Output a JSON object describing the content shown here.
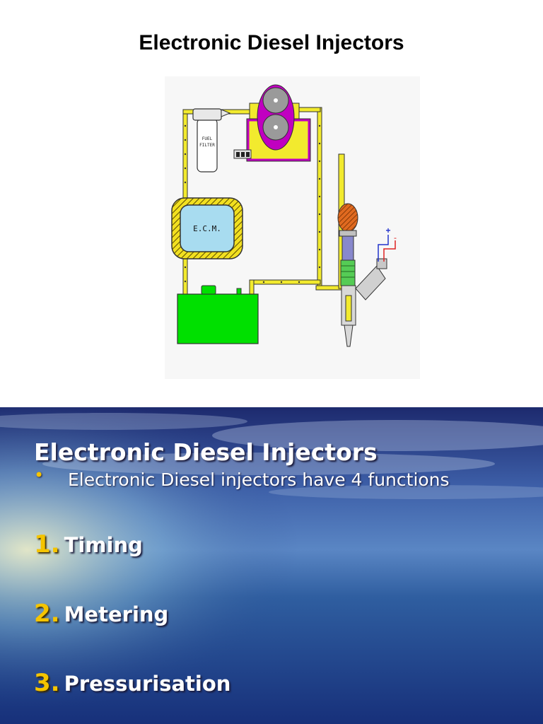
{
  "slide1": {
    "title": "Electronic Diesel Injectors",
    "diagram": {
      "filter_label_line1": "FUEL",
      "filter_label_line2": "FILTER",
      "ecm_label": "E.C.M.",
      "plus_sign": "+",
      "minus_sign": "-"
    }
  },
  "slide2": {
    "title": "Electronic Diesel Injectors",
    "bullet": "Electronic Diesel injectors have 4 functions",
    "items": [
      {
        "number": "1.",
        "label": "Timing"
      },
      {
        "number": "2.",
        "label": "Metering"
      },
      {
        "number": "3.",
        "label": "Pressurisation"
      }
    ]
  },
  "colors": {
    "accent_number": "#f5c400",
    "fuel_line": "#f2ea2e",
    "pump_housing": "#c000c0",
    "tank": "#00e000",
    "ecm_screen": "#a8dcf0"
  }
}
